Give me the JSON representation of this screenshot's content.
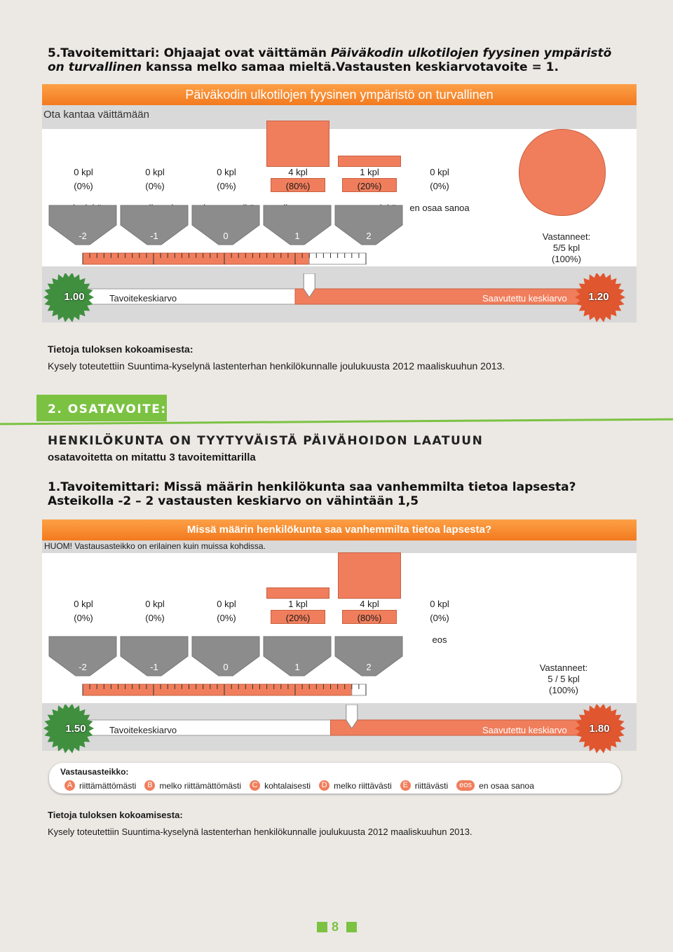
{
  "sec1": {
    "heading_bold1": "5.Tavoitemittari: Ohjaajat ovat väittämän ",
    "heading_italic": "Päiväkodin ulkotilojen fyysinen ympäristö on turvallinen",
    "heading_bold2": " kanssa melko samaa mieltä.Vastausten keskiarvotavoite = 1.",
    "bar_title": "Päiväkodin ulkotilojen fyysinen ympäristö on turvallinen",
    "prompt": "Ota kantaa väittämään",
    "columns": [
      {
        "count": "0 kpl",
        "pct": "(0%)",
        "label1": "eri mieltä",
        "label2": "",
        "value": 0
      },
      {
        "count": "0 kpl",
        "pct": "(0%)",
        "label1": "melko eri",
        "label2": "mieltä",
        "value": 0
      },
      {
        "count": "0 kpl",
        "pct": "(0%)",
        "label1": "ei samaa eikä",
        "label2": "eri mieltä",
        "value": 0
      },
      {
        "count": "4 kpl",
        "pct": "(80%)",
        "label1": "melko samaa",
        "label2": "mieltä",
        "value": 80
      },
      {
        "count": "1 kpl",
        "pct": "(20%)",
        "label1": "samaa mieltä",
        "label2": "",
        "value": 20
      },
      {
        "count": "0 kpl",
        "pct": "(0%)",
        "label1": "en osaa sanoa",
        "label2": "",
        "value": 0
      }
    ],
    "scale": [
      "-2",
      "-1",
      "0",
      "1",
      "2"
    ],
    "vastanneet_label": "Vastanneet:",
    "vastanneet_count": "5/5 kpl",
    "vastanneet_pct": "(100%)",
    "target_value": "1.00",
    "target_label": "Tavoitekeskiarvo",
    "achieved_label": "Saavutettu keskiarvo",
    "achieved_value": "1.20",
    "info_title": "Tietoja tuloksen kokoamisesta:",
    "info_text": "Kysely toteutettiin Suuntima-kyselynä lastenterhan henkilökunnalle joulukuusta 2012 maaliskuuhun 2013."
  },
  "sec2": {
    "tab": "2. OSATAVOITE:",
    "title": "HENKILÖKUNTA ON TYYTYVÄISTÄ PÄIVÄHOIDON LAATUUN",
    "subtitle": "osatavoitetta on mitattu 3 tavoitemittarilla",
    "heading1": "1.Tavoitemittari: Missä määrin henkilökunta saa vanhemmilta tietoa lapsesta?",
    "heading2": "Asteikolla -2 – 2 vastausten keskiarvo on vähintään 1,5",
    "bar_title": "Missä määrin henkilökunta saa vanhemmilta tietoa lapsesta?",
    "note": "HUOM! Vastausasteikko on erilainen kuin muissa kohdissa.",
    "columns": [
      {
        "count": "0 kpl",
        "pct": "(0%)",
        "label": "A",
        "value": 0
      },
      {
        "count": "0 kpl",
        "pct": "(0%)",
        "label": "B",
        "value": 0
      },
      {
        "count": "0 kpl",
        "pct": "(0%)",
        "label": "C",
        "value": 0
      },
      {
        "count": "1 kpl",
        "pct": "(20%)",
        "label": "D",
        "value": 20
      },
      {
        "count": "4 kpl",
        "pct": "(80%)",
        "label": "E",
        "value": 80
      },
      {
        "count": "0 kpl",
        "pct": "(0%)",
        "label": "eos",
        "value": 0
      }
    ],
    "scale": [
      "-2",
      "-1",
      "0",
      "1",
      "2"
    ],
    "vastanneet_label": "Vastanneet:",
    "vastanneet_count": "5 / 5 kpl",
    "vastanneet_pct": "(100%)",
    "target_value": "1.50",
    "target_label": "Tavoitekeskiarvo",
    "achieved_label": "Saavutettu keskiarvo",
    "achieved_value": "1.80",
    "legend_title": "Vastausasteikko:",
    "legend": [
      {
        "k": "A",
        "v": "riittämättömästi"
      },
      {
        "k": "B",
        "v": "melko riittämättömästi"
      },
      {
        "k": "C",
        "v": "kohtalaisesti"
      },
      {
        "k": "D",
        "v": "melko riittävästi"
      },
      {
        "k": "E",
        "v": "riittävästi"
      },
      {
        "k": "eos",
        "v": "en osaa sanoa"
      }
    ],
    "info_title": "Tietoja tuloksen kokoamisesta:",
    "info_text": "Kysely toteutettiin Suuntima-kyselynä lastenterhan henkilökunnalle joulukuusta 2012 maaliskuuhun 2013."
  },
  "page_number": "8",
  "colors": {
    "orange": "#f37a1f",
    "salmon": "#f07e5c",
    "green": "#7cc242",
    "grey": "#d9d9d9"
  }
}
